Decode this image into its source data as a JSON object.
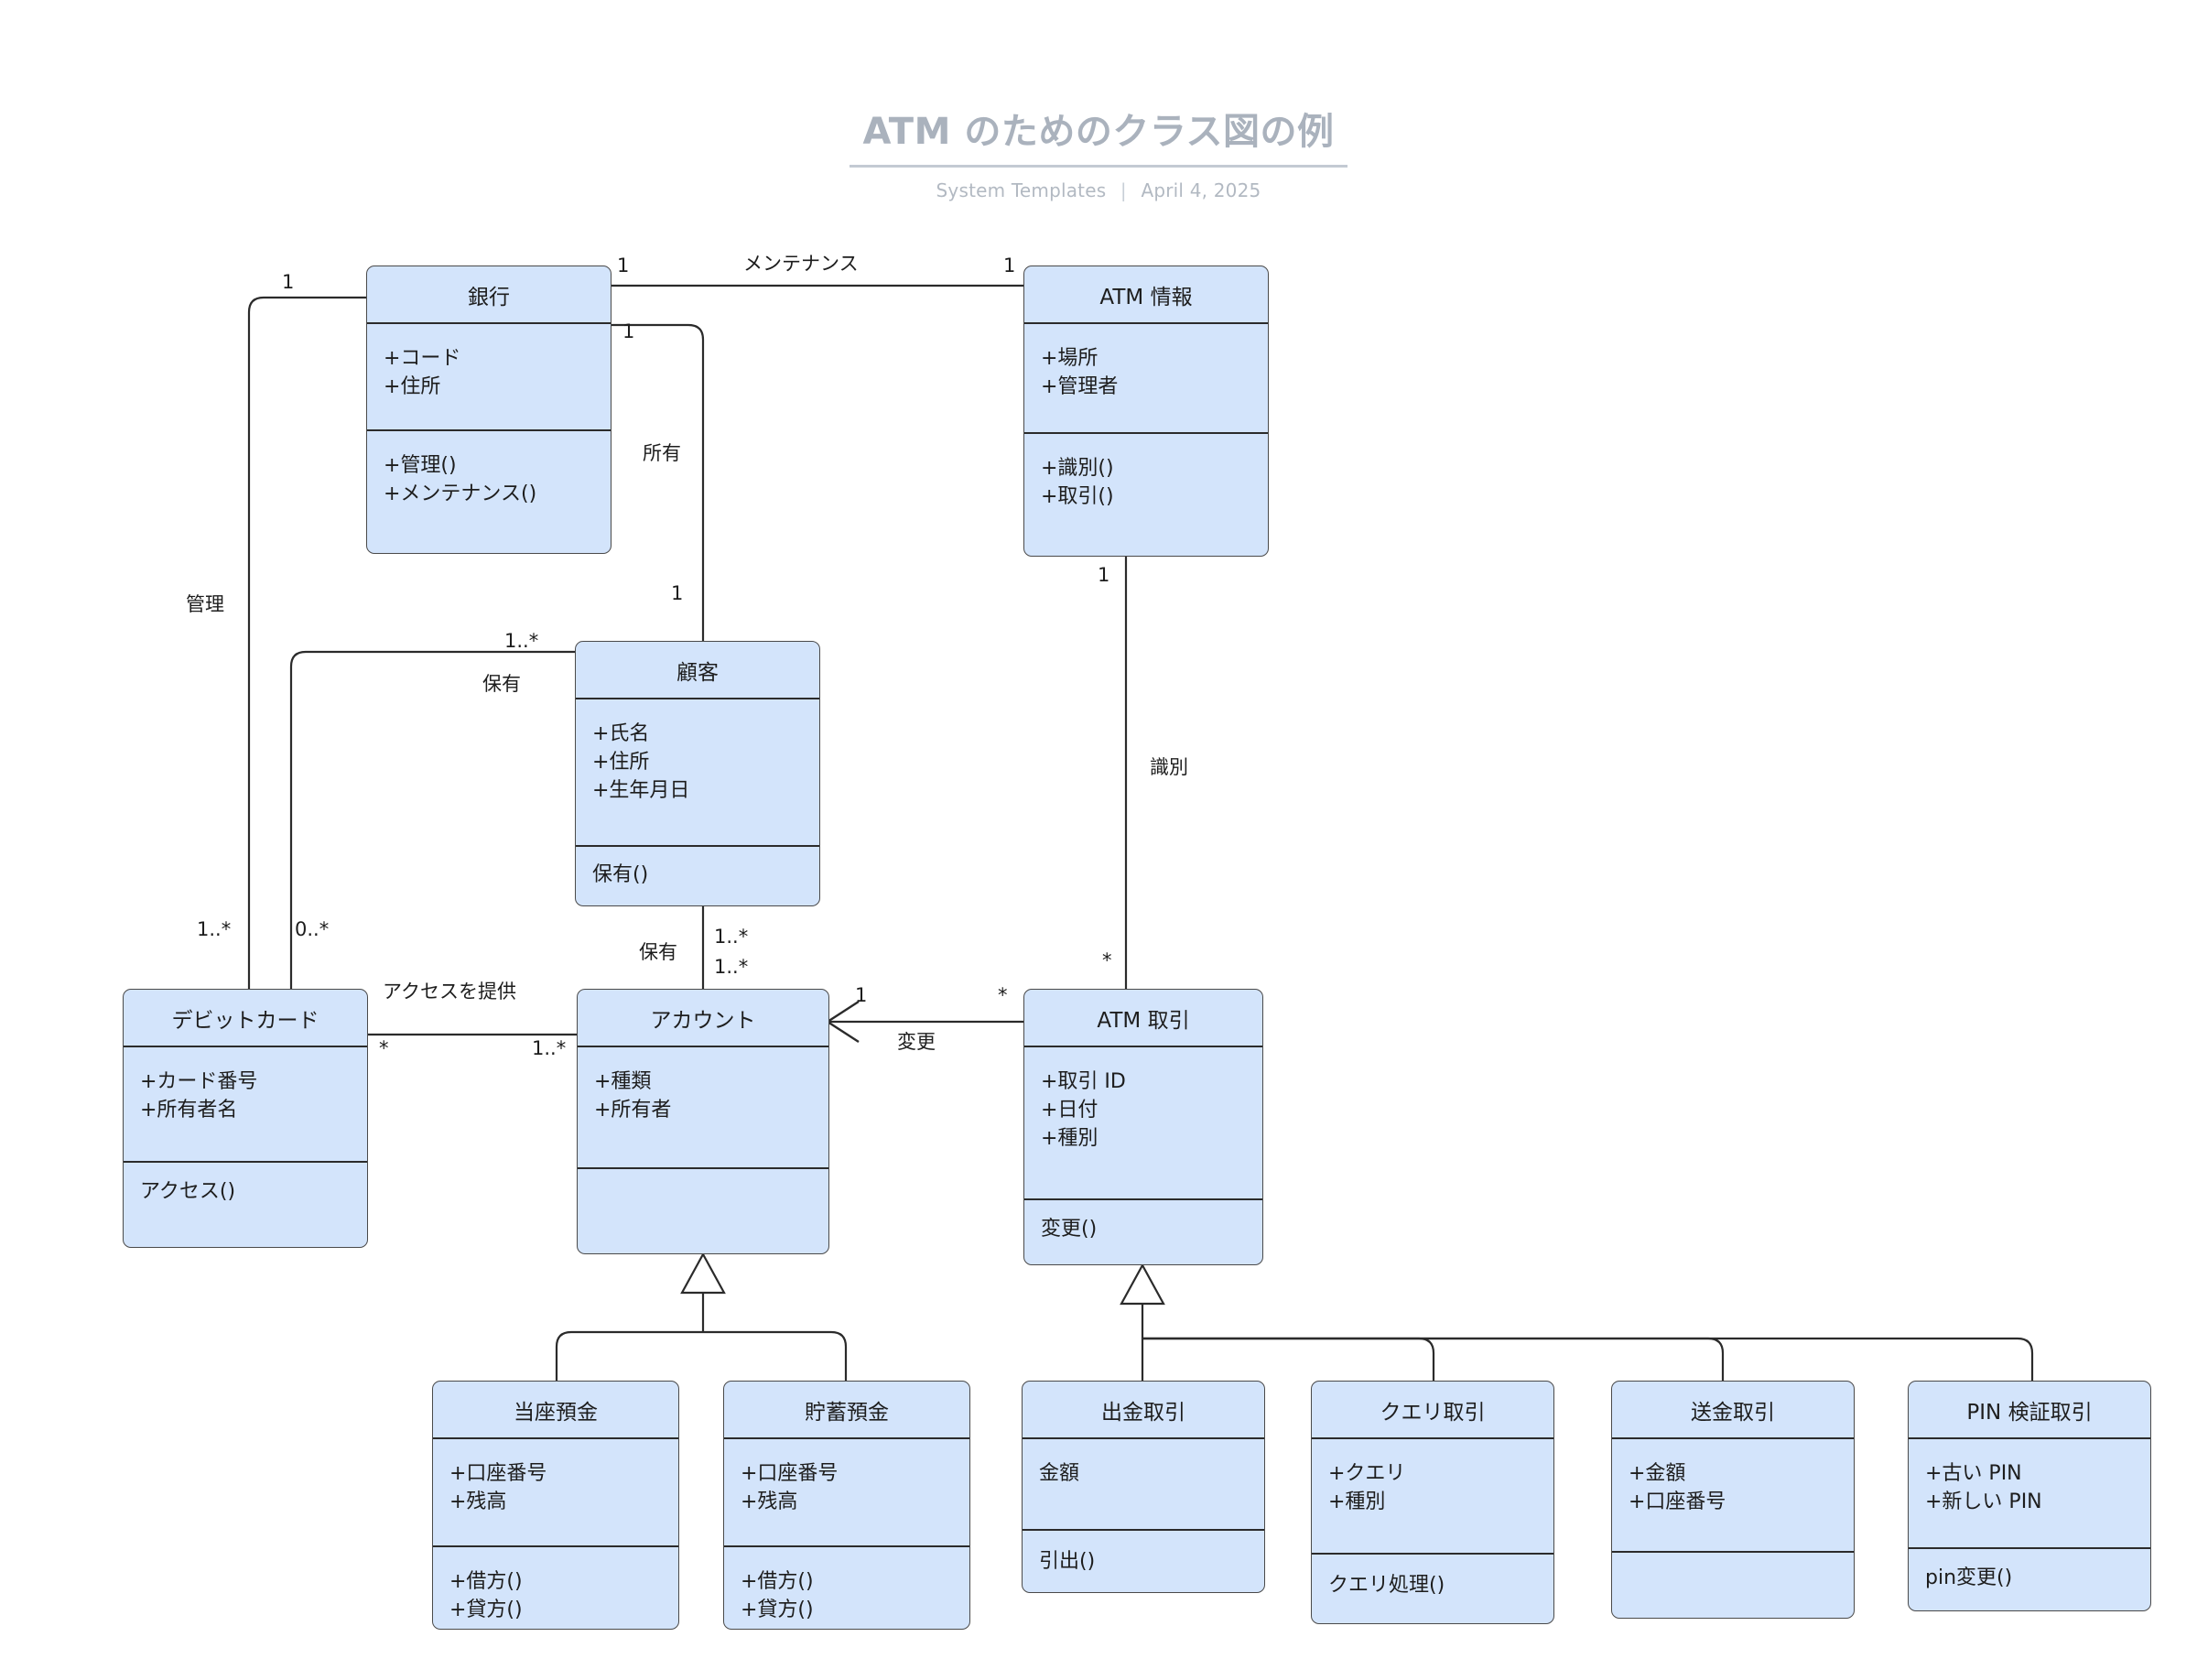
{
  "header": {
    "title": "ATM のためのクラス図の例",
    "source": "System Templates",
    "separator": "|",
    "date": "April 4, 2025"
  },
  "theme": {
    "box_fill": "#d3e4fb",
    "box_border": "#4a4a4a",
    "line": "#2b2b2b",
    "title_color": "#aab2bd",
    "subtitle_color": "#b2b9c2"
  },
  "classes": {
    "bank": {
      "name": "銀行",
      "attributes": [
        "+コード",
        "+住所"
      ],
      "methods": [
        "+管理()",
        "+メンテナンス()"
      ]
    },
    "atm_info": {
      "name": "ATM 情報",
      "attributes": [
        "+場所",
        "+管理者"
      ],
      "methods": [
        "+識別()",
        "+取引()"
      ]
    },
    "customer": {
      "name": "顧客",
      "attributes": [
        "+氏名",
        "+住所",
        "+生年月日"
      ],
      "methods": [
        "保有()"
      ]
    },
    "debit_card": {
      "name": "デビットカード",
      "attributes": [
        "+カード番号",
        "+所有者名"
      ],
      "methods": [
        "アクセス()"
      ]
    },
    "account": {
      "name": "アカウント",
      "attributes": [
        "+種類",
        "+所有者"
      ],
      "methods": []
    },
    "atm_transaction": {
      "name": "ATM 取引",
      "attributes": [
        "+取引 ID",
        "+日付",
        "+種別"
      ],
      "methods": [
        "変更()"
      ]
    },
    "checking": {
      "name": "当座預金",
      "attributes": [
        "+口座番号",
        "+残高"
      ],
      "methods": [
        "+借方()",
        "+貸方()"
      ]
    },
    "savings": {
      "name": "貯蓄預金",
      "attributes": [
        "+口座番号",
        "+残高"
      ],
      "methods": [
        "+借方()",
        "+貸方()"
      ]
    },
    "withdrawal": {
      "name": "出金取引",
      "attributes": [
        "金額"
      ],
      "methods": [
        "引出()"
      ]
    },
    "query": {
      "name": "クエリ取引",
      "attributes": [
        "+クエリ",
        "+種別"
      ],
      "methods": [
        "クエリ処理()"
      ]
    },
    "transfer": {
      "name": "送金取引",
      "attributes": [
        "+金額",
        "+口座番号"
      ],
      "methods": []
    },
    "pin_validation": {
      "name": "PIN 検証取引",
      "attributes": [
        "+古い PIN",
        "+新しい PIN"
      ],
      "methods": [
        "pin変更()"
      ]
    }
  },
  "edge_labels": {
    "maintenance": "メンテナンス",
    "maintenance_src_mult": "1",
    "maintenance_dst_mult": "1",
    "manage": "管理",
    "manage_top_mult": "1",
    "manage_bottom_mult": "1..*",
    "own": "所有",
    "own_top_mult": "1",
    "own_bottom_mult": "1",
    "hold_customer_card": "保有",
    "hold_customer_card_mult": "1..*",
    "card_mult_0star": "0..*",
    "identify": "識別",
    "identify_top_mult": "1",
    "identify_bottom_mult": "*",
    "hold_account": "保有",
    "hold_account_mult_top": "1..*",
    "hold_account_mult_bottom": "1..*",
    "provides_access": "アクセスを提供",
    "provides_access_src_mult": "*",
    "provides_access_dst_mult": "1..*",
    "modify": "変更",
    "modify_src_mult": "*",
    "modify_dst_mult": "1"
  }
}
